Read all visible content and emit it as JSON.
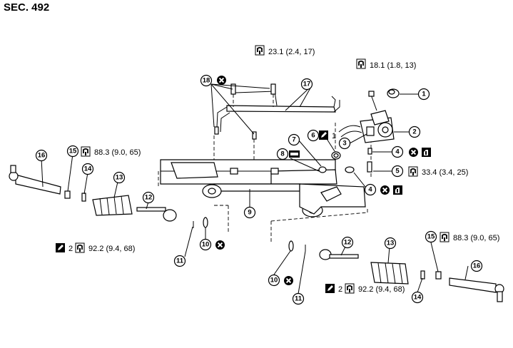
{
  "section_label": "SEC. 492",
  "callouts": {
    "c1": "1",
    "c2": "2",
    "c3": "3",
    "c4a": "4",
    "c4b": "4",
    "c5": "5",
    "c6": "6",
    "c7": "7",
    "c8": "8",
    "c9": "9",
    "c10a": "10",
    "c10b": "10",
    "c11a": "11",
    "c11b": "11",
    "c12a": "12",
    "c12b": "12",
    "c13a": "13",
    "c13b": "13",
    "c14a": "14",
    "c14b": "14",
    "c15a": "15",
    "c15b": "15",
    "c16a": "16",
    "c16b": "16",
    "c17": "17",
    "c18": "18"
  },
  "torque_specs": {
    "t_line_bolts": "23.1 (2.4, 17)",
    "t_valve_bolt": "18.1 (1.8, 13)",
    "t_mount": "33.4 (3.4, 25)",
    "t_lock_nut_left": "88.3 (9.0, 65)",
    "t_lock_nut_right": "88.3 (9.0, 65)",
    "t_inner_left": "92.2 (9.4, 68)",
    "t_inner_right": "92.2 (9.4, 68)"
  },
  "lube_refs": {
    "l_part6": "1",
    "l_inner_left": "2",
    "l_inner_right": "2"
  },
  "icons": [
    "torque-wrench-icon",
    "do-not-reuse-icon",
    "apply-lubricant-icon",
    "liquid-gasket-icon",
    "sealant-icon"
  ]
}
